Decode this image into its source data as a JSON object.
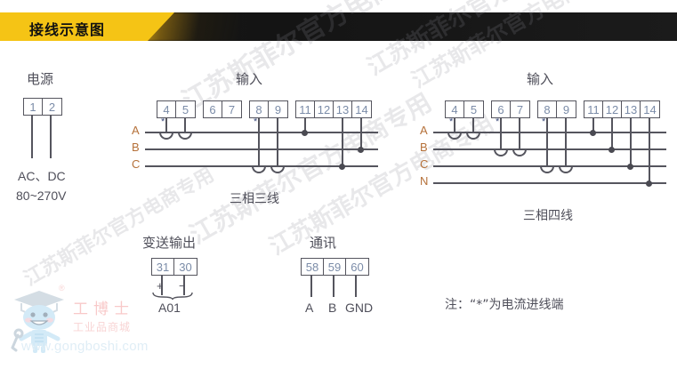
{
  "header": {
    "title": "接线示意图"
  },
  "power": {
    "title": "电源",
    "terminals": [
      "1",
      "2"
    ],
    "line1": "AC、DC",
    "line2": "80~270V"
  },
  "input_3p3w": {
    "title": "输入",
    "caption": "三相三线",
    "groups": [
      {
        "terminals": [
          "4",
          "5"
        ],
        "star_index": 0
      },
      {
        "terminals": [
          "6",
          "7"
        ],
        "star_index": -1
      },
      {
        "terminals": [
          "8",
          "9"
        ],
        "star_index": 0
      },
      {
        "terminals": [
          "11",
          "12",
          "13",
          "14"
        ],
        "star_index": -1
      }
    ],
    "phases": [
      "A",
      "B",
      "C"
    ],
    "voltage_taps": [
      {
        "terminal": "11",
        "phase": "A"
      },
      {
        "terminal": "13",
        "phase": "C"
      },
      {
        "terminal": "14",
        "phase": "B"
      }
    ],
    "ct_hops": [
      {
        "terminals": [
          "4",
          "5"
        ],
        "phase": "A"
      },
      {
        "terminals": [
          "8",
          "9"
        ],
        "phase": "C"
      }
    ]
  },
  "input_3p4w": {
    "title": "输入",
    "caption": "三相四线",
    "groups": [
      {
        "terminals": [
          "4",
          "5"
        ],
        "star_index": 0
      },
      {
        "terminals": [
          "6",
          "7"
        ],
        "star_index": 0
      },
      {
        "terminals": [
          "8",
          "9"
        ],
        "star_index": 0
      },
      {
        "terminals": [
          "11",
          "12",
          "13",
          "14"
        ],
        "star_index": -1
      }
    ],
    "phases": [
      "A",
      "B",
      "C",
      "N"
    ],
    "voltage_taps": [
      {
        "terminal": "11",
        "phase": "A"
      },
      {
        "terminal": "12",
        "phase": "B"
      },
      {
        "terminal": "13",
        "phase": "C"
      },
      {
        "terminal": "14",
        "phase": "N"
      }
    ],
    "ct_hops": [
      {
        "terminals": [
          "4",
          "5"
        ],
        "phase": "A"
      },
      {
        "terminals": [
          "6",
          "7"
        ],
        "phase": "B"
      },
      {
        "terminals": [
          "8",
          "9"
        ],
        "phase": "C"
      }
    ]
  },
  "transmitter": {
    "title": "变送输出",
    "terminals": [
      "31",
      "30"
    ],
    "polarity": [
      "+",
      "−"
    ],
    "label": "A01"
  },
  "comm": {
    "title": "通讯",
    "terminals": [
      "58",
      "59",
      "60"
    ],
    "signals": [
      "A",
      "B",
      "GND"
    ]
  },
  "note": {
    "text": "注：“*”为电流进线端"
  },
  "logo": {
    "brand": "工博士",
    "sub": "工业品商城",
    "url": "www.gongboshi.com",
    "registered": "®"
  },
  "watermark": {
    "text": "江苏斯菲尔官方电商专用"
  },
  "colors": {
    "banner_yellow": "#f5c415",
    "banner_black": "#1a1a1a",
    "wire": "#55555e",
    "terminal_number": "#7b8ca8",
    "phase_label": "#b5713a",
    "text": "#4f4f5a"
  }
}
